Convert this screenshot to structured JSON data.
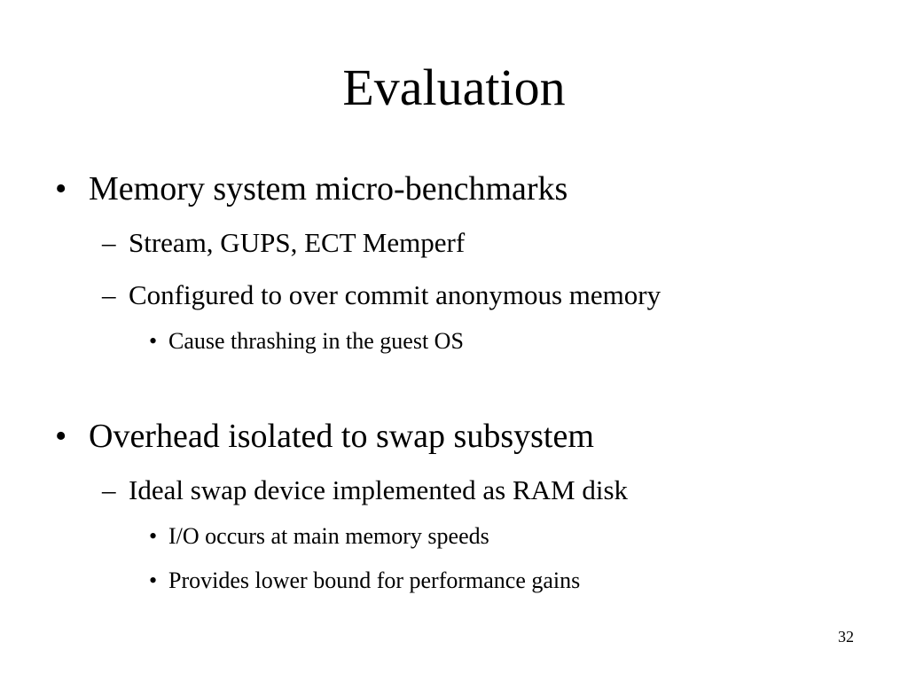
{
  "slide": {
    "title": "Evaluation",
    "page_number": "32",
    "bullets": [
      {
        "text": "Memory system micro-benchmarks",
        "marker": "•",
        "subitems": [
          {
            "text": "Stream, GUPS, ECT Memperf",
            "marker": "–"
          },
          {
            "text": "Configured to over commit anonymous memory",
            "marker": "–",
            "subitems": [
              {
                "text": "Cause thrashing in the guest OS",
                "marker": "•"
              }
            ]
          }
        ]
      },
      {
        "text": "Overhead isolated to swap subsystem",
        "marker": "•",
        "subitems": [
          {
            "text": "Ideal swap device implemented as RAM disk",
            "marker": "–",
            "subitems": [
              {
                "text": "I/O occurs at main memory speeds",
                "marker": "•"
              },
              {
                "text": "Provides lower bound for performance gains",
                "marker": "•"
              }
            ]
          }
        ]
      }
    ]
  }
}
